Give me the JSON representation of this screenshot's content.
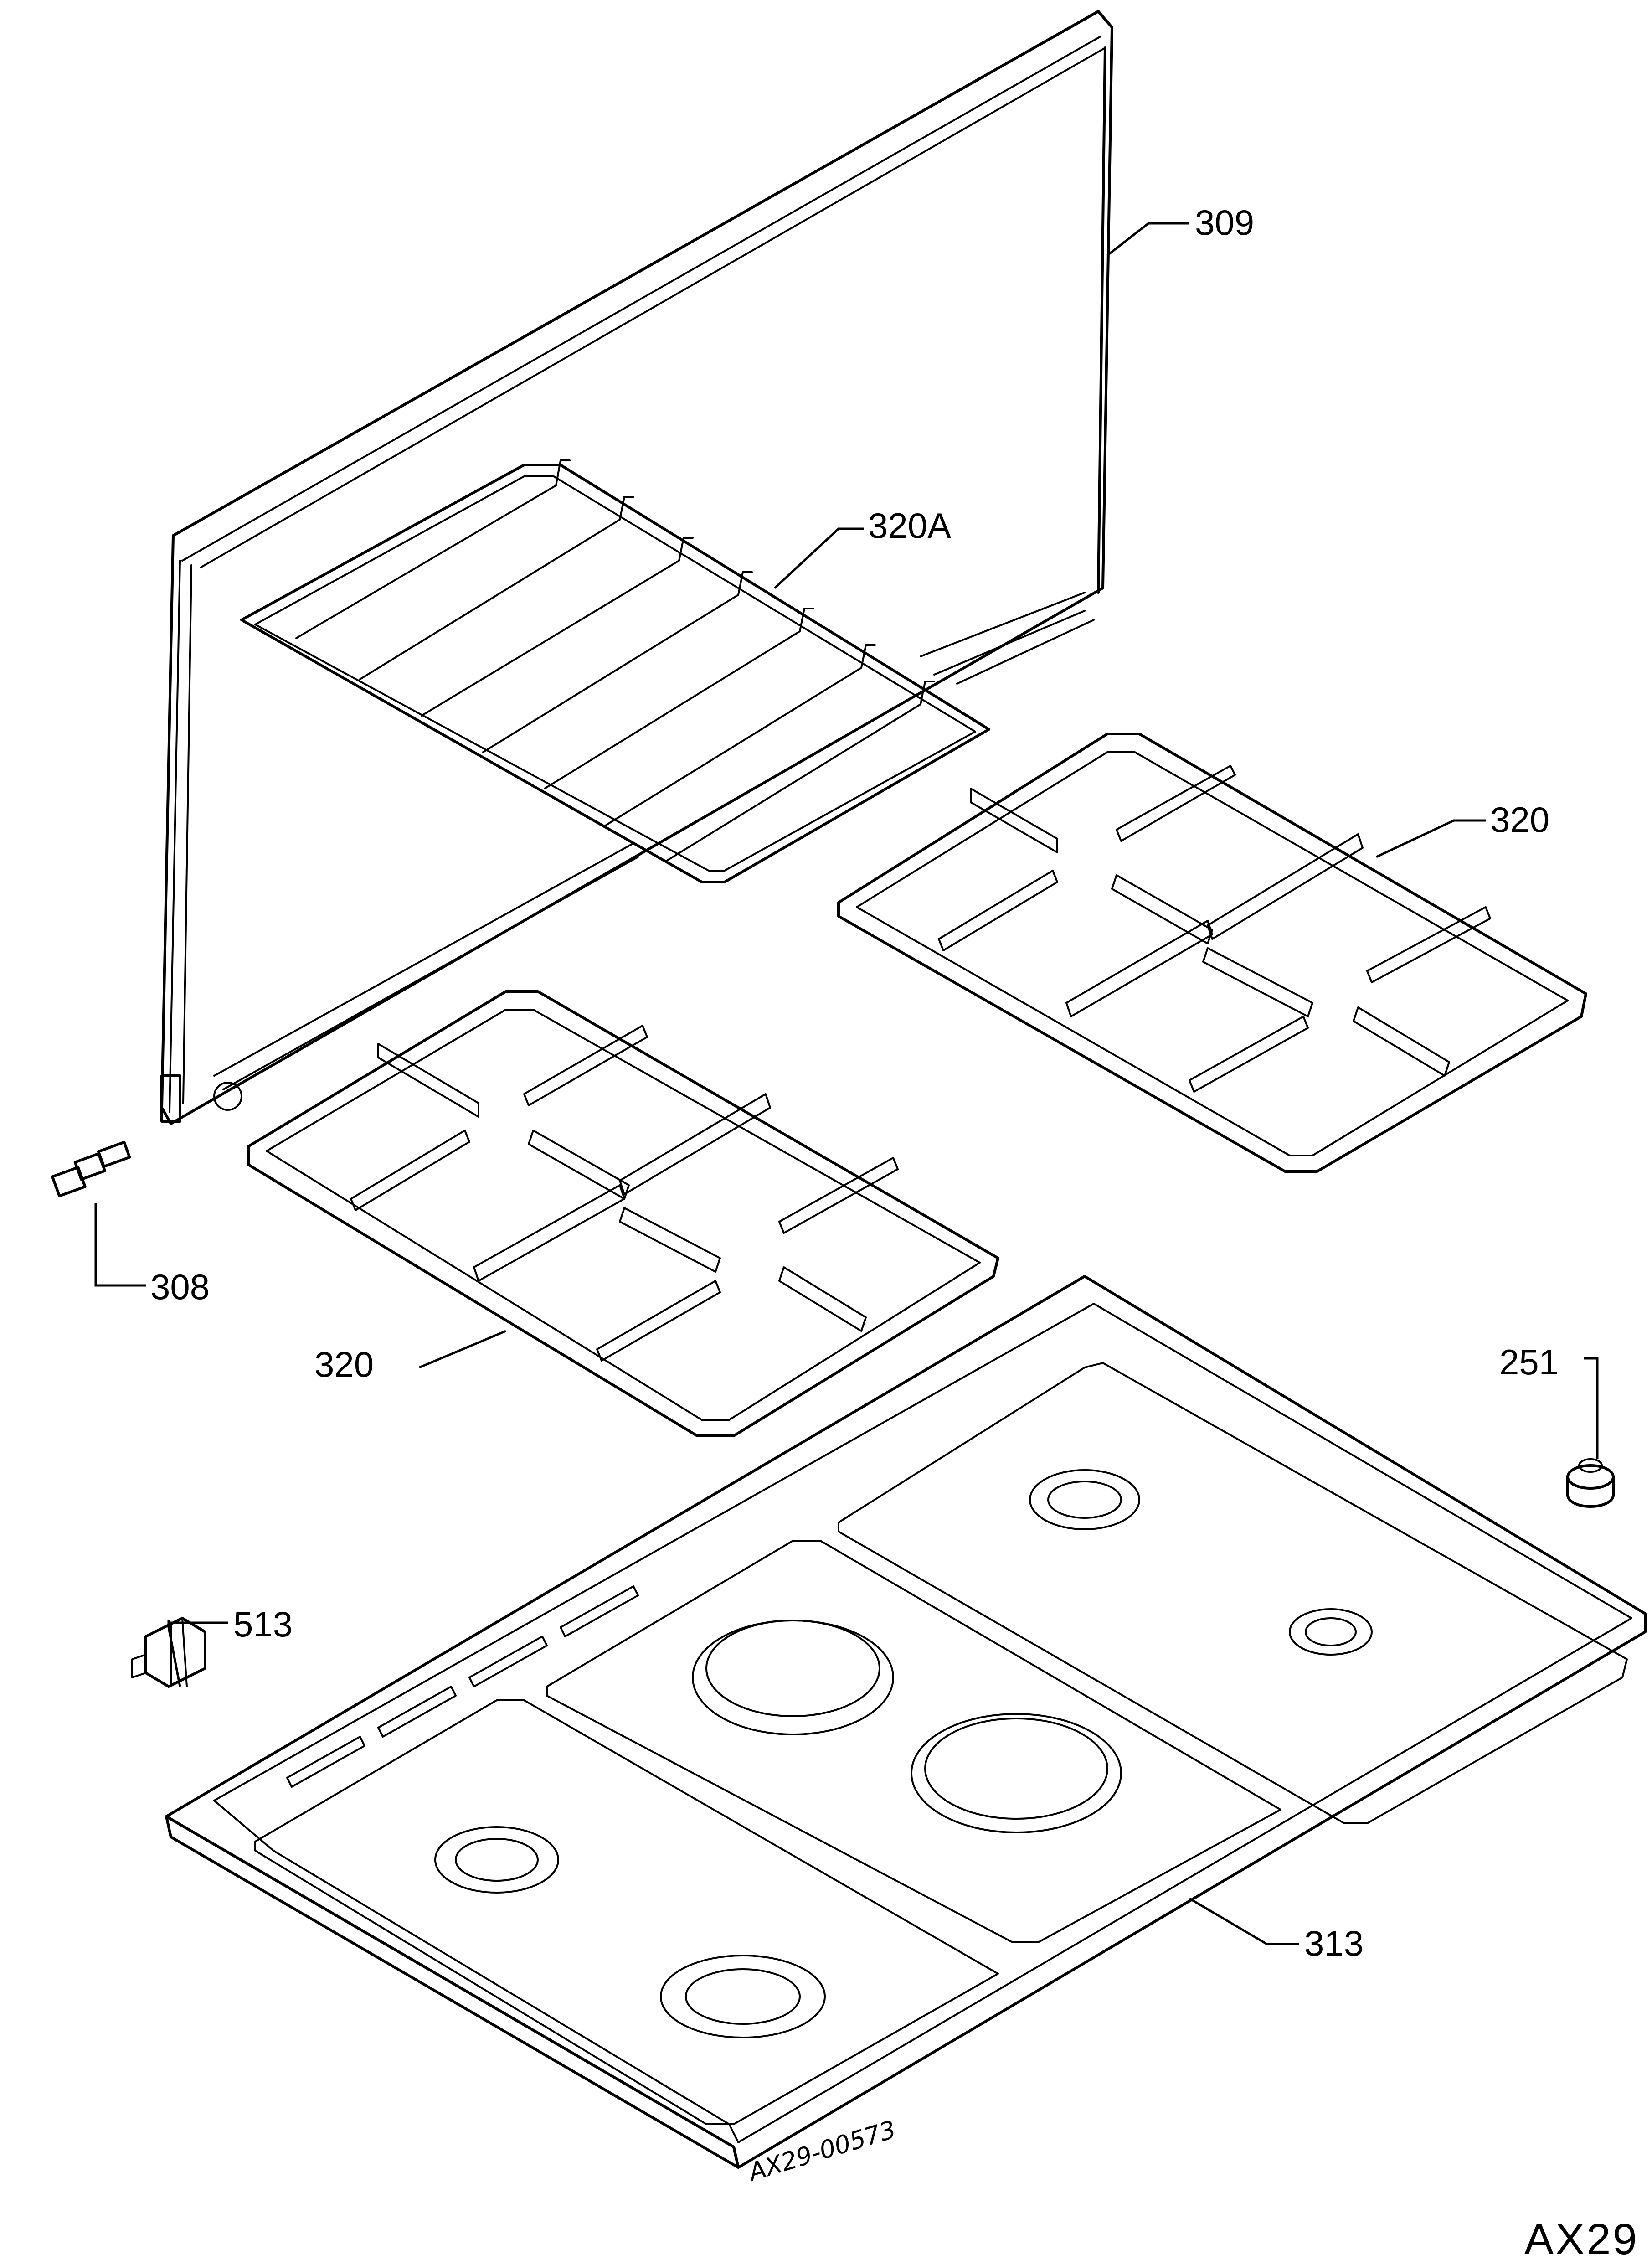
{
  "labels": {
    "p309": "309",
    "p320a": "320A",
    "p320_right": "320",
    "p320_left": "320",
    "p308": "308",
    "p251": "251",
    "p513": "513",
    "p313": "313"
  },
  "drawing_number": "AX29-00573",
  "figure_code": "AX29"
}
